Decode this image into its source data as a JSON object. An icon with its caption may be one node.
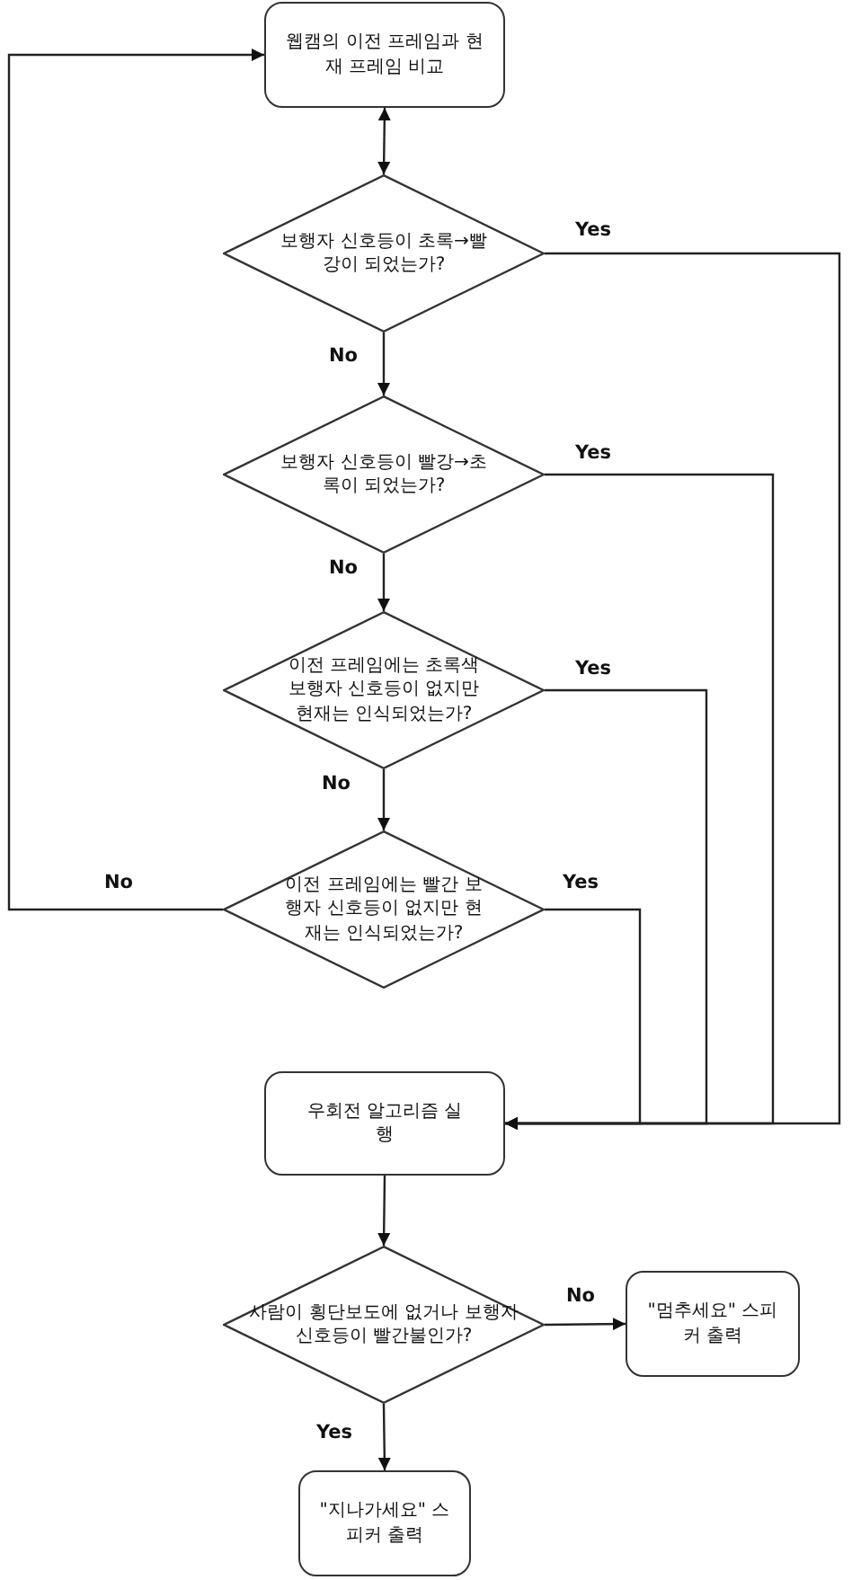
{
  "diagram": {
    "nodes": [
      {
        "text": [
          "웹캠의 이전 프레임과 현재 프레임 비교"
        ]
      },
      {
        "text": [
          "보행자 신호등이 초록→빨강이 되었는가?"
        ]
      },
      {
        "text": [
          "보행자 신호등이 빨강→초록이 되었는가?"
        ]
      },
      {
        "text": [
          "이전 프레임에는 초록색 보행자 신호등이 없지만 현재는 인식되었는가?"
        ]
      },
      {
        "text": [
          "이전 프레임에는 빨간 보행자 신호등이 없지만 현재는 인식되었는가?"
        ]
      },
      {
        "text": [
          "우회전 알고리즘 실행"
        ]
      },
      {
        "text": [
          "사람이 횡단보도에 없거나 보행자 신호등이 빨간불인가?"
        ]
      },
      {
        "text": [
          "\"멈추세요\" 스피커 출력"
        ]
      },
      {
        "text": [
          "\"지나가세요\" 스피커 출력"
        ]
      }
    ],
    "edges": [
      {
        "from": 0,
        "to": 1,
        "arrow": "both"
      },
      {
        "from": 1,
        "to": 2,
        "arrow": "to",
        "label": "No"
      },
      {
        "from": 2,
        "to": 3,
        "arrow": "to",
        "label": "No"
      },
      {
        "from": 3,
        "to": 4,
        "arrow": "to",
        "label": "No"
      },
      {
        "from": 4,
        "to": 0,
        "arrow": "to",
        "label": "No"
      },
      {
        "from": 1,
        "to": 5,
        "arrow": "to",
        "label": "Yes"
      },
      {
        "from": 2,
        "to": 5,
        "arrow": "to",
        "label": "Yes"
      },
      {
        "from": 3,
        "to": 5,
        "arrow": "to",
        "label": "Yes"
      },
      {
        "from": 4,
        "to": 5,
        "arrow": "to",
        "label": "Yes"
      },
      {
        "from": 5,
        "to": 6,
        "arrow": "to"
      },
      {
        "from": 6,
        "to": 7,
        "arrow": "to",
        "label": "No"
      },
      {
        "from": 6,
        "to": 8,
        "arrow": "to",
        "label": "Yes"
      }
    ]
  }
}
